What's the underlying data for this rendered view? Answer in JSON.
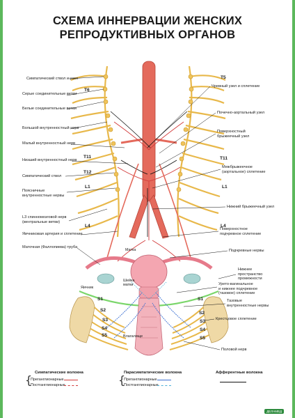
{
  "title": {
    "line1": "СХЕМА ИННЕРВАЦИИ ЖЕНСКИХ",
    "line2": "РЕПРОДУКТИВНЫХ ОРГАНОВ"
  },
  "left_labels": [
    "Симпатический ствол и узел",
    "Серые соединительные ветви",
    "Белые соединительные ветви",
    "Большой внутренностный нерв",
    "Малый внутренностный нерв",
    "Низший внутренностный нерв",
    "Симпатический ствол",
    "Поясничные\nвнутренностные нервы",
    "L3 спинномозговой нерв\n(вентральные ветви)",
    "Яичниковая артерия и сплетение",
    "Маточная (Фаллопиева) труба"
  ],
  "right_labels": [
    "Чревный узел и сплетение",
    "Почечно-аортальный узел",
    "Поверхностный\nбрыжеечный узел",
    "Межбрыжеечное\n(аортальное) сплетение",
    "Нижний брыжеечный узел",
    "Поверхностное\nподчревное сплетение",
    "Подчревные нервы",
    "Нижнее\nпространство\nпромежности",
    "Урето-вагинальное\nи нижнее подчревное\n(тазовое) сплетение",
    "Тазовые\nвнутренностные нервы",
    "Крестцовое сплетение",
    "Половой нерв"
  ],
  "levels": {
    "T6": "T6",
    "T5": "T5",
    "T11_left": "T11",
    "T11_right": "T11",
    "T12": "T12",
    "L1_left": "L1",
    "L1_right": "L1",
    "L4_left": "L4",
    "L4_right": "L4",
    "S1_left": "S1",
    "S2_left": "S2",
    "S3_left": "S3",
    "S4_left": "S4",
    "S5_left": "S5",
    "S1_right": "S1",
    "S2_right": "S2",
    "S3_right": "S3",
    "S4_right": "S4",
    "S5_right": "S5"
  },
  "organ_labels": {
    "uterus": "Матка",
    "ovary": "Яичник",
    "cervix": "Шейка\nматки",
    "vagina": "Влагалище"
  },
  "legend": {
    "sympathetic": {
      "title": "Симпатические волокна",
      "pre": "Преганглионарные",
      "post": "Постганглионарные",
      "pre_color": "#d23a3a",
      "post_color": "#d23a3a"
    },
    "parasympathetic": {
      "title": "Парасимпатические волокна",
      "pre": "Преганглионарные",
      "post": "Постганглионарные",
      "pre_color": "#3a6fd2",
      "post_color": "#4ab0d8"
    },
    "afferent": {
      "title": "Афферентные волокна",
      "color": "#111111"
    }
  },
  "colors": {
    "frame": "#5cb85c",
    "nerve": "#e8b84a",
    "aorta": "#e46a5c",
    "sympathetic": "#d23a3a",
    "parasympathetic": "#3a6fd2",
    "pelvic_floor": "#7bd66b"
  },
  "logo_text": "ДЕЛАМЕД"
}
